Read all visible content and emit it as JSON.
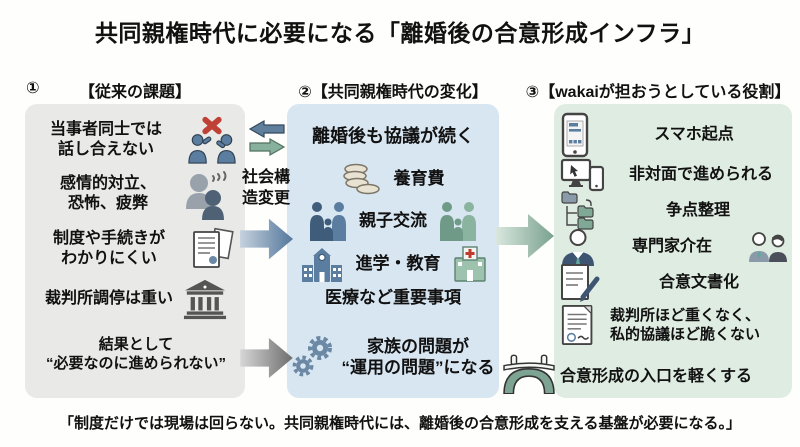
{
  "title": "共同親権時代に必要になる「離婚後の合意形成インフラ」",
  "columns": [
    {
      "number": "①",
      "header": "【従来の課題】",
      "items": [
        {
          "text": "当事者同士では\n話し合えない",
          "icon": "people-arguing"
        },
        {
          "text": "感情的対立、\n恐怖、疲弊",
          "icon": "distressed-people"
        },
        {
          "text": "制度や手続きが\nわかりにくい",
          "icon": "documents"
        },
        {
          "text": "裁判所調停は重い",
          "icon": "courthouse"
        },
        {
          "text": "結果として\n“必要なのに進められない”",
          "icon": "none"
        }
      ]
    },
    {
      "number": "②",
      "header": "【共同親権時代の変化】",
      "heading": "離婚後も協議が続く",
      "items": [
        {
          "text": "養育費",
          "icon": "coins"
        },
        {
          "text": "親子交流",
          "icon": "family-blue",
          "icon_right": "family-green"
        },
        {
          "text": "進学・教育",
          "icon": "school",
          "icon_right": "hospital"
        },
        {
          "text": "医療など重要事項",
          "icon": "none"
        },
        {
          "text": "家族の問題が\n“運用の問題”になる",
          "icon": "gears"
        }
      ]
    },
    {
      "number": "③",
      "header": "【wakaiが担おうとしている役割】",
      "items": [
        {
          "text": "スマホ起点",
          "icon": "smartphone"
        },
        {
          "text": "非対面で進められる",
          "icon": "monitor-tablet"
        },
        {
          "text": "争点整理",
          "icon": "folders"
        },
        {
          "text": "専門家介在",
          "icon": "expert",
          "icon_right": "two-people"
        },
        {
          "text": "合意文書化",
          "icon": "document-pen"
        },
        {
          "text": "裁判所ほど重くなく、\n私的協議ほど脆くない",
          "icon": "sealed-document"
        },
        {
          "text": "合意形成の入口を軽くする",
          "icon": "bridge"
        }
      ]
    }
  ],
  "connectors": {
    "social_change_label": "社会構\n造変更",
    "arrows": [
      "left-back-arrow",
      "right-forward-arrow",
      "big-blue-arrow",
      "big-gray-arrow",
      "big-teal-arrow"
    ]
  },
  "footer": "「制度だけでは現場は回らない。共同親権時代には、離婚後の合意形成を支える基盤が必要になる。」",
  "colors": {
    "box_gray": "#e9e9e7",
    "box_blue": "#d8e6f1",
    "box_green": "#dfece2",
    "accent_blue": "#5b7da0",
    "accent_dark_blue": "#3d5a75",
    "accent_teal": "#7fa896",
    "accent_red": "#bf4136",
    "arrow_blue": "#54779c",
    "arrow_gray": "#6e6e6e",
    "text": "#111111"
  }
}
